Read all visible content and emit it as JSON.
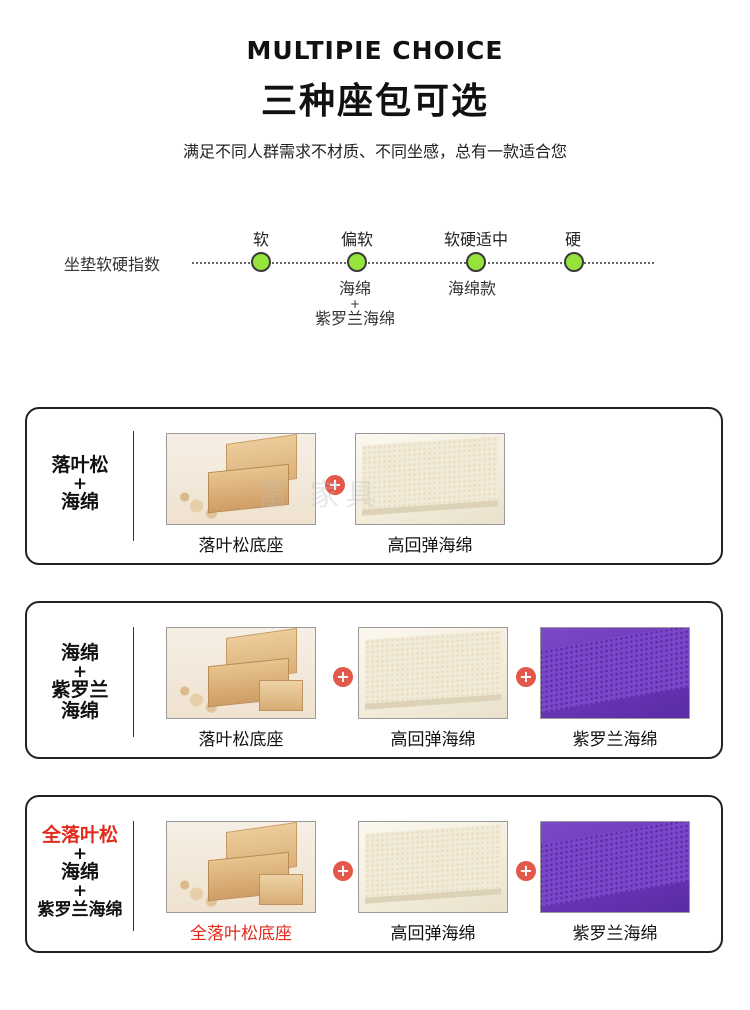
{
  "header": {
    "title_en": "MULTIPIE CHOICE",
    "title_cn": "三种座包可选",
    "subtitle": "满足不同人群需求不材质、不同坐感，总有一款适合您"
  },
  "scale": {
    "label": "坐垫软硬指数",
    "levels": [
      "软",
      "偏软",
      "软硬适中",
      "硬"
    ],
    "notes": {
      "soft_line1": "海绵",
      "soft_plus": "+",
      "soft_line2": "紫罗兰海绵",
      "medium": "海绵款"
    },
    "accent_color": "#96e33b"
  },
  "watermark": "富  家具",
  "cards": [
    {
      "label_parts": [
        "落叶松",
        "+",
        "海绵"
      ],
      "materials": [
        "落叶松底座",
        "高回弹海绵"
      ]
    },
    {
      "label_parts": [
        "海绵",
        "+",
        "紫罗兰",
        "海绵"
      ],
      "materials": [
        "落叶松底座",
        "高回弹海绵",
        "紫罗兰海绵"
      ]
    },
    {
      "label_parts": [
        "全落叶松",
        "+",
        "海绵",
        "+",
        "紫罗兰海绵"
      ],
      "materials": [
        "全落叶松底座",
        "高回弹海绵",
        "紫罗兰海绵"
      ],
      "highlight_color": "#e02b1e"
    }
  ],
  "plus_symbol": "+"
}
